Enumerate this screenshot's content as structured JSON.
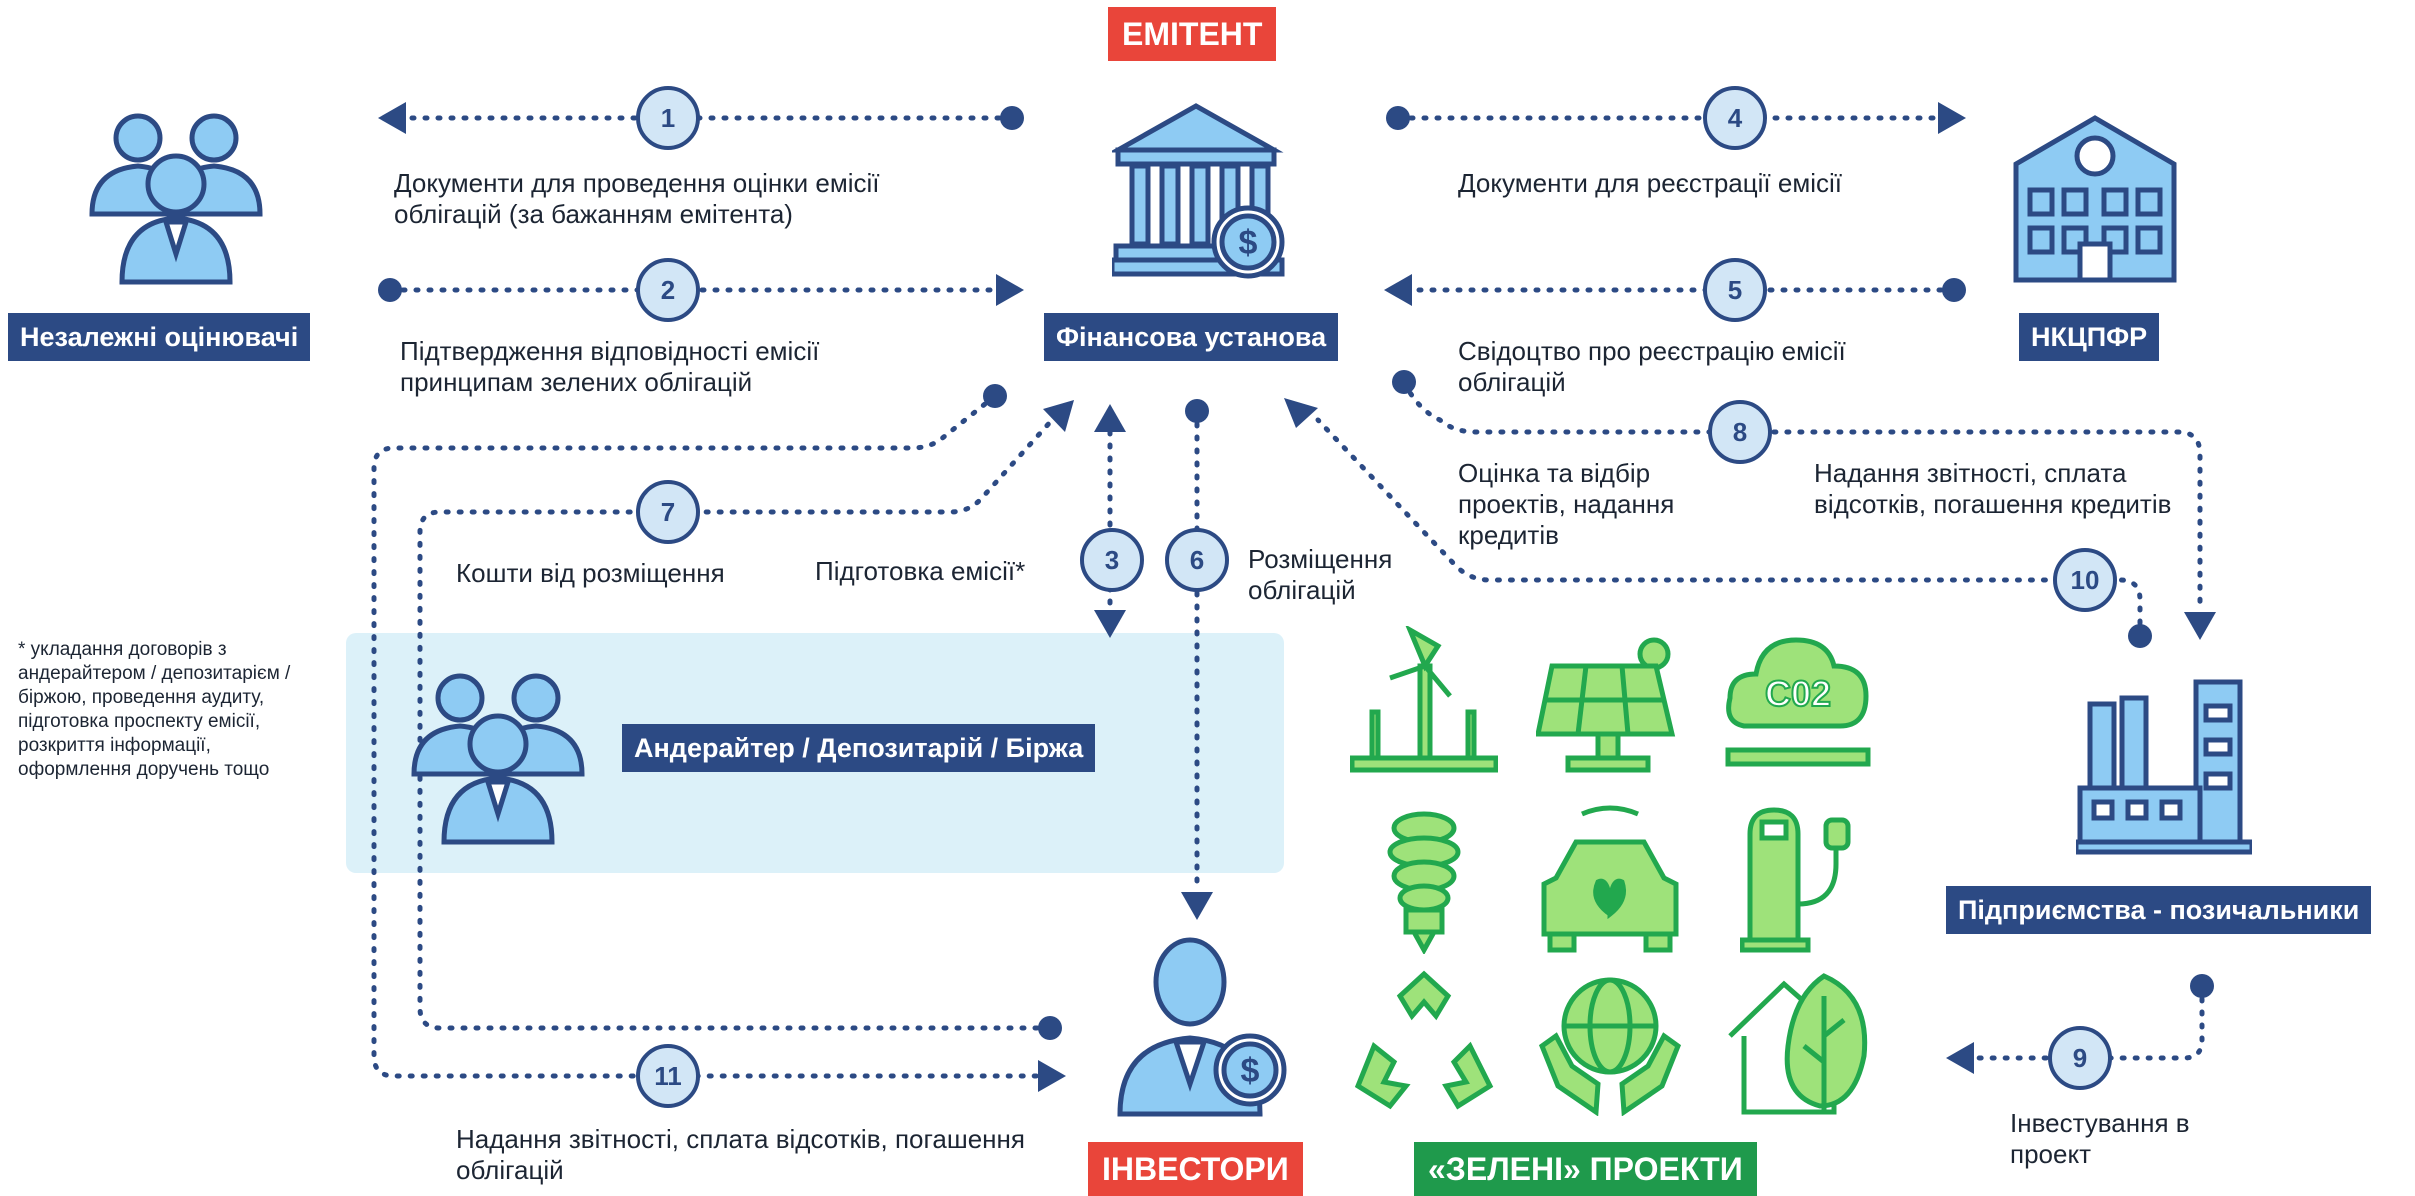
{
  "headers": {
    "issuer": "ЕМІТЕНТ",
    "investors": "ІНВЕСТОРИ",
    "green_projects": "«ЗЕЛЕНІ» ПРОЕКТИ"
  },
  "actors": {
    "assessors": "Незалежні оцінювачі",
    "financial_institution": "Фінансова установа",
    "regulator": "НКЦПФР",
    "intermediaries": "Андерайтер / Депозитарій / Біржа",
    "borrowers": "Підприємства - позичальники"
  },
  "steps": {
    "s1": "Документи для проведення оцінки емісії облігацій (за бажанням емітента)",
    "s2": "Підтвердження відповідності емісії принципам зелених облігацій",
    "s3": "Підготовка емісії*",
    "s4": "Документи для реєстрації емісії",
    "s5": "Свідоцтво про реєстрацію емісії облігацій",
    "s6": "Розміщення облігацій",
    "s7": "Кошти від розміщення",
    "s8a": "Оцінка та відбір проектів, надання кредитів",
    "s8b": "Надання звітності, сплата відсотків, погашення кредитів",
    "s9": "Інвестування в проект",
    "s11": "Надання звітності, сплата відсотків, погашення облігацій"
  },
  "numbers": [
    "1",
    "2",
    "3",
    "4",
    "5",
    "6",
    "7",
    "8",
    "9",
    "10",
    "11"
  ],
  "footnote": "* укладання договорів з андерайтером / депозитарієм / біржою, проведення аудиту, підготовка проспекту емісії, розкриття інформації, оформлення доручень тощо",
  "icons": {
    "assessors": "people-group-icon",
    "bank": "bank-dollar-icon",
    "regulator": "government-building-icon",
    "intermediaries": "people-group-icon",
    "investor": "investor-dollar-icon",
    "factory": "factory-icon",
    "green": [
      "wind-turbines-icon",
      "solar-panel-icon",
      "co2-cloud-icon",
      "eco-bulb-icon",
      "electric-car-icon",
      "ev-charger-icon",
      "recycle-icon",
      "globe-hands-icon",
      "eco-house-icon"
    ]
  },
  "colors": {
    "navy": "#2c4a84",
    "red": "#e9453a",
    "green": "#1f9a4c",
    "icon_blue": "#8ecbf3",
    "icon_green": "#9ee27a",
    "panel": "#dcf1f9"
  }
}
